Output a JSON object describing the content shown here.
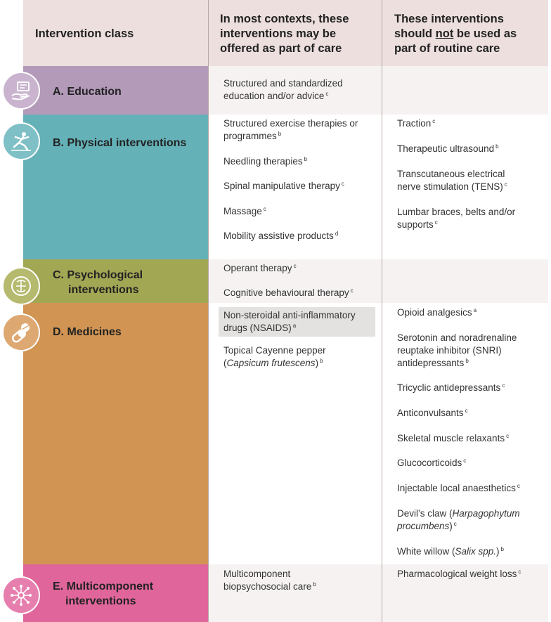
{
  "header": {
    "col1": "Intervention class",
    "col2_line1": "In most contexts, these",
    "col2_line2": "interventions may be",
    "col2_line3": "offered as part of care",
    "col3_line1": "These interventions",
    "col3_line2_pre": "should ",
    "col3_line2_em": "not",
    "col3_line2_post": " be used as",
    "col3_line3": "part of routine care"
  },
  "colors": {
    "header_bg": "#ecdfde",
    "education": "#b39ab9",
    "physical": "#65b1b8",
    "psychological": "#a2a754",
    "medicines": "#d19453",
    "multicomponent": "#e0659b",
    "row_alt": "#f6f2f2"
  },
  "classes": {
    "education": {
      "label": "A. Education",
      "icon": "education-hand-screen-icon",
      "offered": [
        {
          "l1": "Structured and standardized",
          "l2": "education and/or advice",
          "sup": "c"
        }
      ]
    },
    "physical": {
      "label": "B. Physical interventions",
      "icon": "exercise-person-icon",
      "offered": [
        {
          "l1": "Structured exercise therapies or",
          "l2": "programmes",
          "sup": "b"
        },
        {
          "text": "Needling therapies",
          "sup": "b"
        },
        {
          "text": "Spinal manipulative therapy",
          "sup": "c"
        },
        {
          "text": "Massage",
          "sup": "c"
        },
        {
          "text": "Mobility assistive products",
          "sup": "d"
        }
      ],
      "not_routine": [
        {
          "text": "Traction",
          "sup": "c"
        },
        {
          "text": "Therapeutic ultrasound",
          "sup": "b"
        },
        {
          "l1": "Transcutaneous electrical",
          "l2": "nerve stimulation (TENS)",
          "sup": "c"
        },
        {
          "l1": "Lumbar braces, belts and/or",
          "l2": "supports",
          "sup": "c"
        }
      ]
    },
    "psychological": {
      "label_l1": "C. Psychological",
      "label_l2": "interventions",
      "icon": "brain-head-icon",
      "offered": [
        {
          "text": "Operant therapy",
          "sup": "c"
        },
        {
          "text": "Cognitive behavioural therapy",
          "sup": "c"
        }
      ]
    },
    "medicines": {
      "label": "D. Medicines",
      "icon": "pills-capsule-icon",
      "offered": [
        {
          "l1": "Non-steroidal anti-inflammatory",
          "l2": "drugs (NSAIDS)",
          "sup": "a"
        },
        {
          "l1": "Topical Cayenne pepper",
          "l2_pre": "(",
          "l2_em": "Capsicum frutescens",
          "l2_post": ")",
          "sup": "b"
        }
      ],
      "not_routine": [
        {
          "text": "Opioid analgesics",
          "sup": "a"
        },
        {
          "l1": "Serotonin and noradrenaline",
          "l2": "reuptake inhibitor (SNRI)",
          "l3": "antidepressants",
          "sup": "b"
        },
        {
          "text": "Tricyclic antidepressants",
          "sup": "c"
        },
        {
          "text": "Anticonvulsants",
          "sup": "c"
        },
        {
          "text": "Skeletal muscle relaxants",
          "sup": "c"
        },
        {
          "text": "Glucocorticoids",
          "sup": "c"
        },
        {
          "text": "Injectable local anaesthetics",
          "sup": "c"
        },
        {
          "l1_pre": "Devil’s claw (",
          "l1_em": "Harpagophytum",
          "l2_em": "procumbens",
          "l2_post": ")",
          "sup": "c"
        },
        {
          "pre": "White willow (",
          "em": "Salix spp.",
          "post": ")",
          "sup": "b"
        }
      ]
    },
    "multicomponent": {
      "label_l1": "E. Multicomponent",
      "label_l2": "interventions",
      "icon": "network-nodes-icon",
      "offered": [
        {
          "l1": "Multicomponent",
          "l2": "biopsychosocial care",
          "sup": "b"
        }
      ],
      "not_routine": [
        {
          "text": "Pharmacological weight loss",
          "sup": "c"
        }
      ]
    }
  }
}
